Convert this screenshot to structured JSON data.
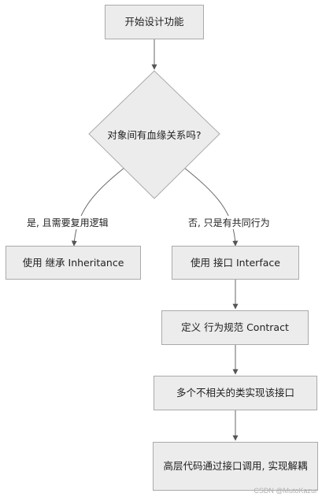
{
  "nodes": {
    "start": "开始设计功能",
    "decision": "对象间有血缘关系吗?",
    "inheritance": "使用 继承 Inheritance",
    "interface": "使用 接口 Interface",
    "contract": "定义 行为规范 Contract",
    "implement": "多个不相关的类实现该接口",
    "decouple": "高层代码通过接口调用, 实现解耦"
  },
  "edges": {
    "yes_label": "是, 且需要复用逻辑",
    "no_label": "否, 只是有共同行为"
  },
  "colors": {
    "node_fill": "#ececec",
    "node_border": "#aaaaaa",
    "edge": "#666666"
  },
  "watermark": "CSDN @MutoKazur"
}
